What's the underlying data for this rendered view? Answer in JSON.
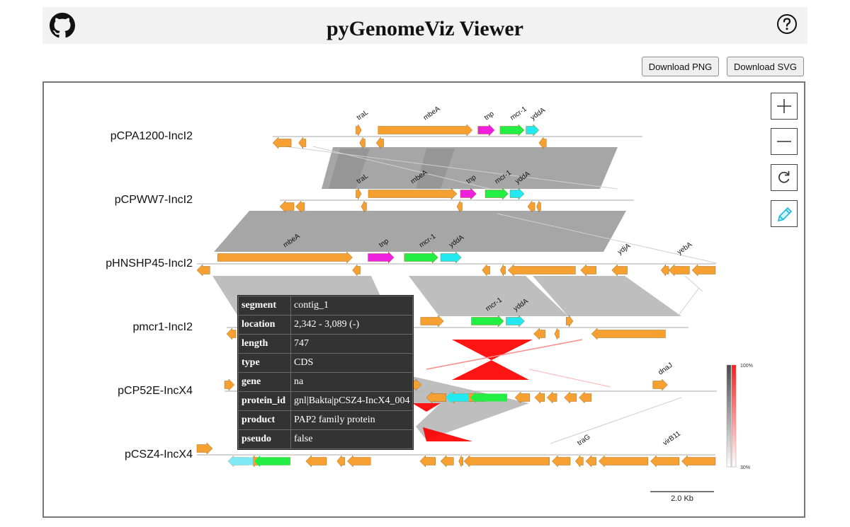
{
  "header": {
    "title": "pyGenomeViz Viewer",
    "github_icon": "github-icon",
    "help_icon": "help-circle-icon"
  },
  "toolbar": {
    "download_png": "Download PNG",
    "download_svg": "Download SVG"
  },
  "controls": {
    "zoom_in_icon": "plus-icon",
    "zoom_out_icon": "minus-icon",
    "reset_icon": "reset-icon",
    "edit_icon": "pencil-icon"
  },
  "colors": {
    "cds": "#f5a030",
    "tnp": "#ee20dd",
    "mcr1": "#22ee44",
    "yddA": "#22e8f0",
    "link_gray": "#888888",
    "link_red": "#ff0000"
  },
  "tracks": [
    {
      "name": "pCPA1200-IncI2",
      "genes": [
        {
          "label": "traL",
          "start": 0.225,
          "end": 0.24,
          "strand": 1
        },
        {
          "label": "mbeA",
          "start": 0.285,
          "end": 0.54,
          "strand": 1
        },
        {
          "label": "tnp",
          "start": 0.555,
          "end": 0.6,
          "strand": 1
        },
        {
          "label": "mcr-1",
          "start": 0.615,
          "end": 0.68,
          "strand": 1
        },
        {
          "label": "yddA",
          "start": 0.685,
          "end": 0.72,
          "strand": 1
        },
        {
          "label": "",
          "start": 0.0,
          "end": 0.05,
          "strand": -1
        },
        {
          "label": "",
          "start": 0.07,
          "end": 0.09,
          "strand": -1
        },
        {
          "label": "",
          "start": 0.235,
          "end": 0.25,
          "strand": -1
        },
        {
          "label": "",
          "start": 0.28,
          "end": 0.3,
          "strand": -1
        },
        {
          "label": "",
          "start": 0.72,
          "end": 0.74,
          "strand": -1
        }
      ]
    },
    {
      "name": "pCPWW7-IncI2",
      "genes": [
        {
          "label": "traL",
          "start": 0.215,
          "end": 0.23,
          "strand": 1
        },
        {
          "label": "mbeA",
          "start": 0.25,
          "end": 0.5,
          "strand": 1
        },
        {
          "label": "tnp",
          "start": 0.51,
          "end": 0.555,
          "strand": 1
        },
        {
          "label": "mcr-1",
          "start": 0.58,
          "end": 0.645,
          "strand": 1
        },
        {
          "label": "yddA",
          "start": 0.65,
          "end": 0.69,
          "strand": 1
        },
        {
          "label": "",
          "start": 0.0,
          "end": 0.04,
          "strand": -1
        },
        {
          "label": "",
          "start": 0.045,
          "end": 0.07,
          "strand": -1
        },
        {
          "label": "",
          "start": 0.23,
          "end": 0.245,
          "strand": -1
        },
        {
          "label": "",
          "start": 0.5,
          "end": 0.515,
          "strand": -1
        },
        {
          "label": "",
          "start": 0.7,
          "end": 0.72,
          "strand": -1
        },
        {
          "label": "",
          "start": 0.725,
          "end": 0.735,
          "strand": -1
        }
      ]
    },
    {
      "name": "pHNSHP45-IncI2",
      "genes": [
        {
          "label": "mbeA",
          "start": 0.04,
          "end": 0.3,
          "strand": 1
        },
        {
          "label": "tnp",
          "start": 0.33,
          "end": 0.38,
          "strand": 1
        },
        {
          "label": "mcr-1",
          "start": 0.4,
          "end": 0.465,
          "strand": 1
        },
        {
          "label": "yddA",
          "start": 0.47,
          "end": 0.51,
          "strand": 1
        },
        {
          "label": "ydjA",
          "start": 0.8,
          "end": 0.83,
          "strand": -1
        },
        {
          "label": "yebA",
          "start": 0.91,
          "end": 0.95,
          "strand": -1
        },
        {
          "label": "",
          "start": 0.0,
          "end": 0.025,
          "strand": -1
        },
        {
          "label": "",
          "start": 0.3,
          "end": 0.315,
          "strand": -1
        },
        {
          "label": "",
          "start": 0.55,
          "end": 0.565,
          "strand": -1
        },
        {
          "label": "",
          "start": 0.585,
          "end": 0.595,
          "strand": -1
        },
        {
          "label": "",
          "start": 0.6,
          "end": 0.73,
          "strand": -1
        },
        {
          "label": "",
          "start": 0.74,
          "end": 0.77,
          "strand": -1
        },
        {
          "label": "",
          "start": 0.895,
          "end": 0.91,
          "strand": -1
        },
        {
          "label": "",
          "start": 0.955,
          "end": 1.0,
          "strand": -1
        }
      ]
    },
    {
      "name": "pmcr1-IncI2",
      "genes": [
        {
          "label": "mcr-1",
          "start": 0.53,
          "end": 0.6,
          "strand": 1
        },
        {
          "label": "yddA",
          "start": 0.605,
          "end": 0.645,
          "strand": 1
        },
        {
          "label": "",
          "start": 0.42,
          "end": 0.47,
          "strand": 1
        },
        {
          "label": "",
          "start": 0.0,
          "end": 0.02,
          "strand": -1
        },
        {
          "label": "",
          "start": 0.665,
          "end": 0.69,
          "strand": -1
        },
        {
          "label": "",
          "start": 0.71,
          "end": 0.72,
          "strand": -1
        },
        {
          "label": "",
          "start": 0.735,
          "end": 0.75,
          "strand": 1
        },
        {
          "label": "",
          "start": 0.79,
          "end": 0.95,
          "strand": -1
        }
      ]
    },
    {
      "name": "pCP52E-IncX4",
      "genes": [
        {
          "label": "",
          "start": 0.0,
          "end": 0.02,
          "strand": 1
        },
        {
          "label": "",
          "start": 0.34,
          "end": 0.36,
          "strand": 1
        },
        {
          "label": "",
          "start": 0.37,
          "end": 0.4,
          "strand": 1
        },
        {
          "label": "",
          "start": 0.41,
          "end": 0.45,
          "strand": -1
        },
        {
          "label": "",
          "start": 0.455,
          "end": 0.53,
          "strand": -1
        },
        {
          "label": "",
          "start": 0.59,
          "end": 0.62,
          "strand": -1
        },
        {
          "label": "",
          "start": 0.63,
          "end": 0.65,
          "strand": -1
        },
        {
          "label": "",
          "start": 0.655,
          "end": 0.675,
          "strand": -1
        },
        {
          "label": "",
          "start": 0.69,
          "end": 0.715,
          "strand": -1
        },
        {
          "label": "",
          "start": 0.72,
          "end": 0.745,
          "strand": -1
        },
        {
          "label": "dnaJ",
          "start": 0.87,
          "end": 0.9,
          "strand": 1
        }
      ]
    },
    {
      "name": "pCSZ4-IncX4",
      "genes": [
        {
          "label": "",
          "start": 0.0,
          "end": 0.03,
          "strand": 1
        },
        {
          "label": "",
          "start": 0.06,
          "end": 0.1,
          "strand": -1
        },
        {
          "label": "",
          "start": 0.1,
          "end": 0.18,
          "strand": -1
        },
        {
          "label": "",
          "start": 0.21,
          "end": 0.25,
          "strand": -1
        },
        {
          "label": "",
          "start": 0.27,
          "end": 0.285,
          "strand": -1
        },
        {
          "label": "",
          "start": 0.29,
          "end": 0.335,
          "strand": -1
        },
        {
          "label": "",
          "start": 0.43,
          "end": 0.46,
          "strand": -1
        },
        {
          "label": "",
          "start": 0.47,
          "end": 0.495,
          "strand": -1
        },
        {
          "label": "",
          "start": 0.505,
          "end": 0.51,
          "strand": -1
        },
        {
          "label": "",
          "start": 0.515,
          "end": 0.68,
          "strand": -1
        },
        {
          "label": "",
          "start": 0.685,
          "end": 0.72,
          "strand": -1
        },
        {
          "label": "traG",
          "start": 0.73,
          "end": 0.745,
          "strand": -1
        },
        {
          "label": "",
          "start": 0.75,
          "end": 0.77,
          "strand": -1
        },
        {
          "label": "",
          "start": 0.775,
          "end": 0.87,
          "strand": -1
        },
        {
          "label": "virB11",
          "start": 0.875,
          "end": 0.93,
          "strand": -1
        },
        {
          "label": "",
          "start": 0.935,
          "end": 1.0,
          "strand": -1
        }
      ]
    }
  ],
  "tooltip": {
    "rows": [
      {
        "key": "segment",
        "value": "contig_1"
      },
      {
        "key": "location",
        "value": "2,342 - 3,089 (-)"
      },
      {
        "key": "length",
        "value": "747"
      },
      {
        "key": "type",
        "value": "CDS"
      },
      {
        "key": "gene",
        "value": "na"
      },
      {
        "key": "protein_id",
        "value": "gnl|Bakta|pCSZ4-IncX4_004"
      },
      {
        "key": "product",
        "value": "PAP2 family protein"
      },
      {
        "key": "pseudo",
        "value": "false"
      }
    ]
  },
  "colorbar": {
    "max_label": "100%",
    "min_label": "30%"
  },
  "scalebar": {
    "label": "2.0 Kb"
  }
}
